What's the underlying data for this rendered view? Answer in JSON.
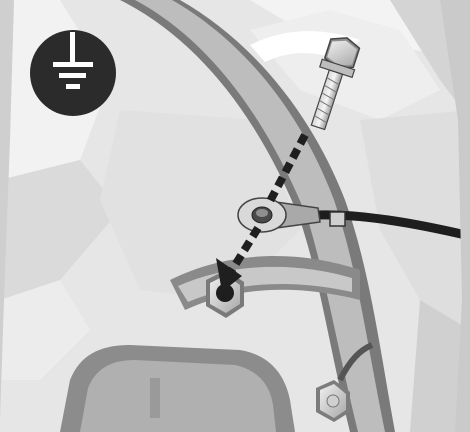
{
  "illustration": {
    "type": "service-manual-illustration",
    "badge_icon": "ground-symbol-icon",
    "parts": [
      "bolt",
      "ground-strap-ring-terminal",
      "weld-nut",
      "ground-cable"
    ],
    "arrow_style": "dashed"
  },
  "colors": {
    "badge_background": "#2b2b2b",
    "badge_symbol": "#ffffff",
    "panel_light": "#e9e9e9",
    "panel_mid": "#cfcfcf",
    "shadow": "#8c8c8c",
    "cable": "#2a2a2a",
    "arrow": "#1f1f1f"
  }
}
